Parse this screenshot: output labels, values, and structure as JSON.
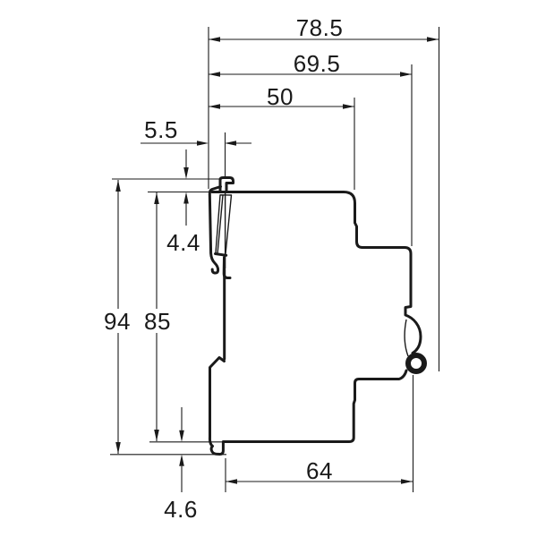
{
  "drawing": {
    "description": "side-profile dimension drawing of DIN-rail circuit breaker",
    "units": "mm",
    "background": "#ffffff",
    "line_color": "#1a1a1a",
    "dims": {
      "total_depth": "78.5",
      "back_depth": "69.5",
      "upper_depth": "50",
      "front_protrusion": "5.5",
      "top_tab_offset": "4.4",
      "total_height": "94",
      "body_height": "85",
      "bottom_tab_offset": "4.6",
      "bottom_depth": "64"
    }
  }
}
